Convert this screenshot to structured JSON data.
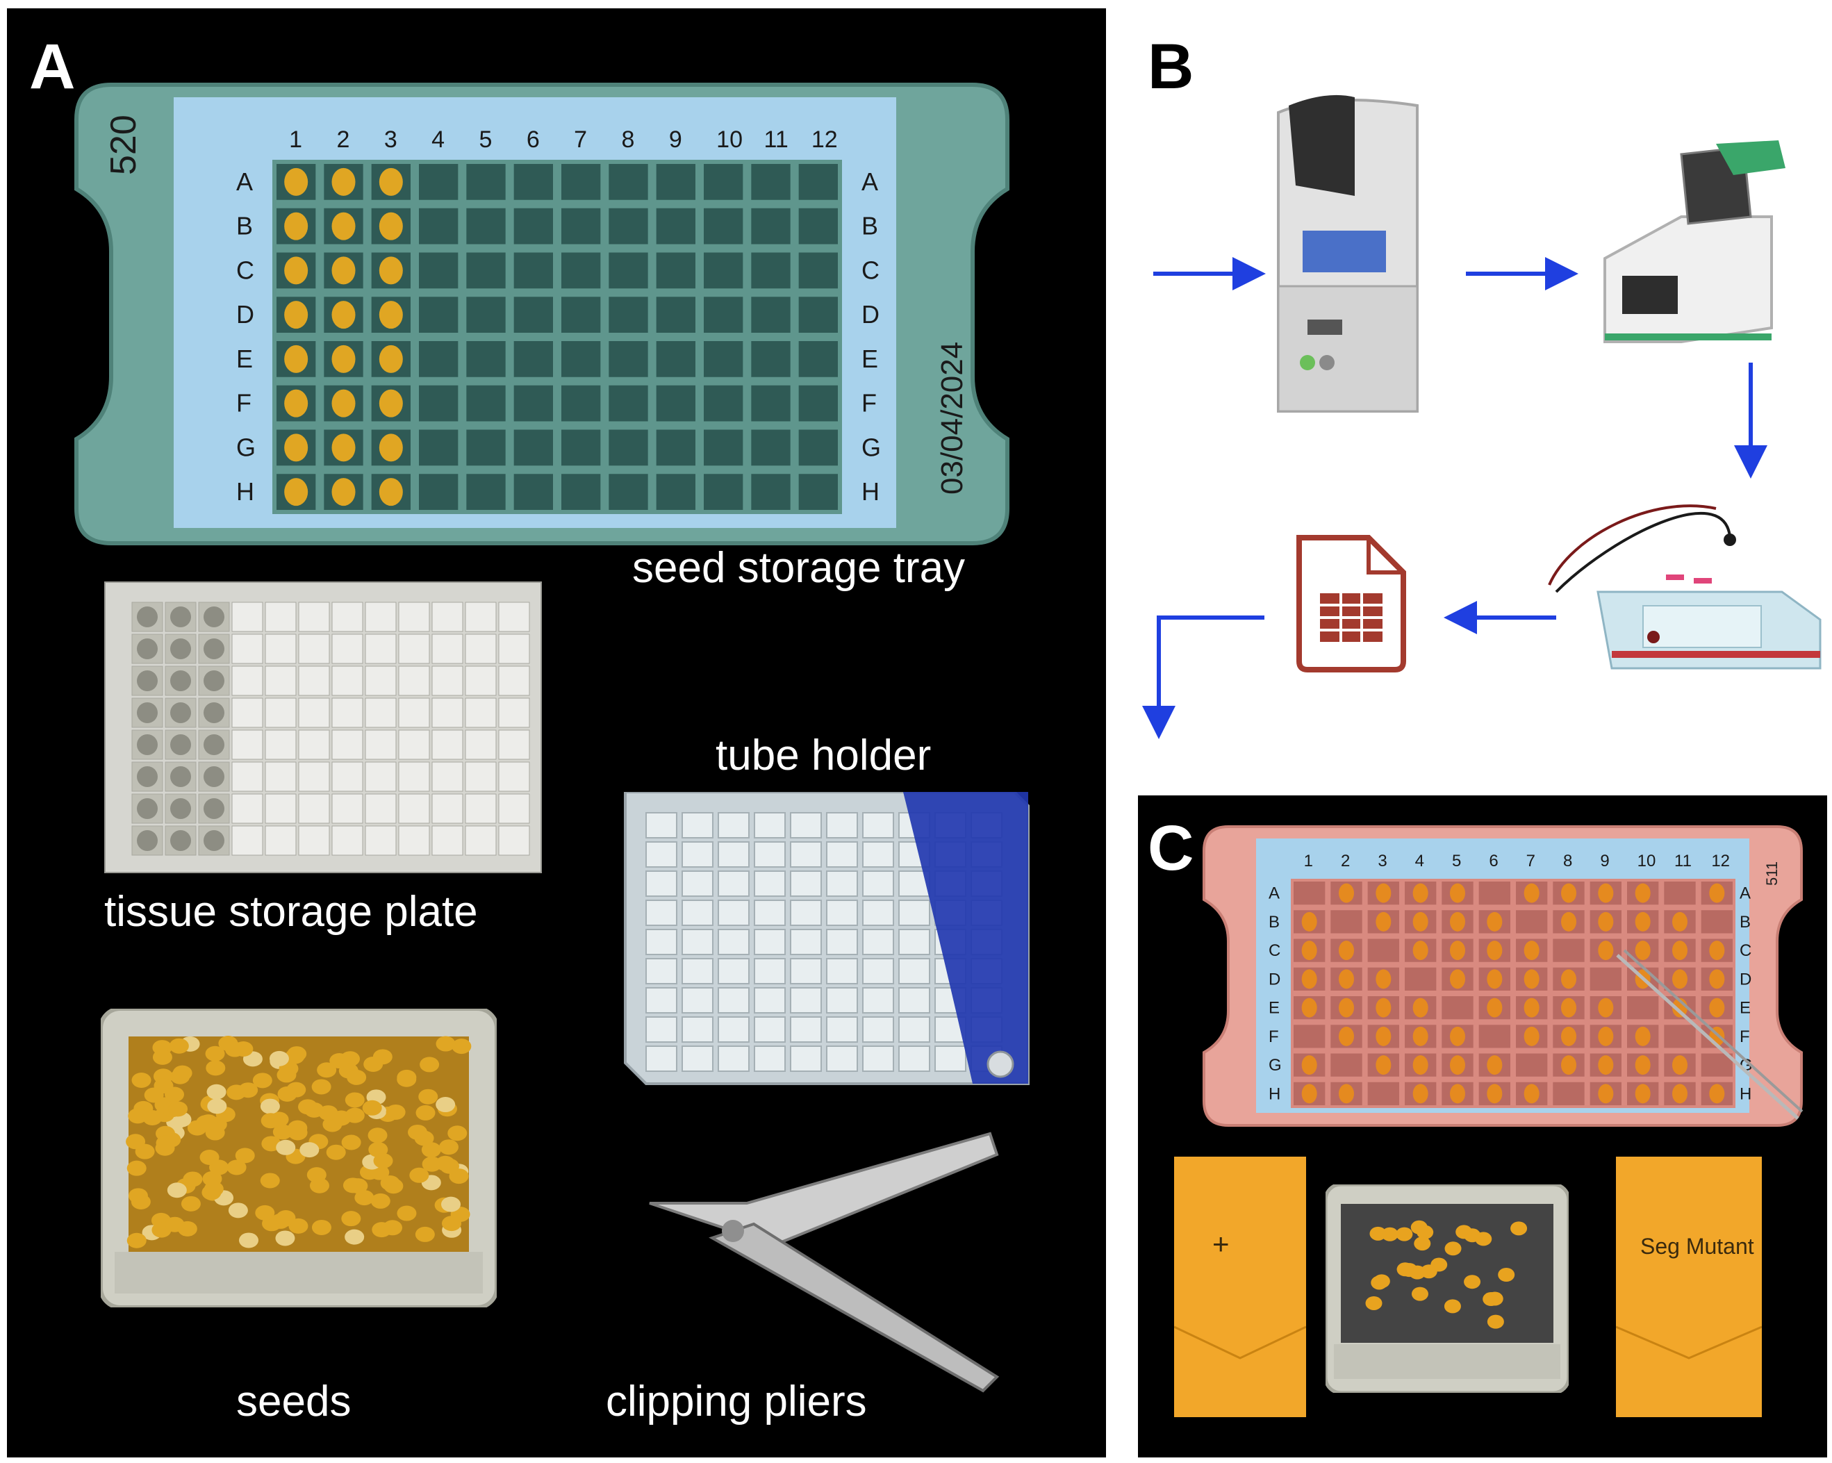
{
  "panels": {
    "a": {
      "letter": "A",
      "captions": {
        "seed_storage_tray": "seed storage tray",
        "tissue_storage_plate": "tissue storage plate",
        "tube_holder": "tube holder",
        "seeds": "seeds",
        "clipping_pliers": "clipping pliers"
      },
      "tray_label": "520",
      "tray_date": "03/04/2024",
      "columns": [
        "1",
        "2",
        "3",
        "4",
        "5",
        "6",
        "7",
        "8",
        "9",
        "10",
        "11",
        "12"
      ],
      "rows": [
        "A",
        "B",
        "C",
        "D",
        "E",
        "F",
        "G",
        "H"
      ]
    },
    "b": {
      "letter": "B",
      "steps": [
        "grinder-icon",
        "thermocycler-icon",
        "gel-electrophoresis-icon",
        "spreadsheet-icon"
      ]
    },
    "c": {
      "letter": "C",
      "tray_label": "511",
      "envelope_left": "+",
      "envelope_right": "Seg Mutant"
    }
  },
  "colors": {
    "background": "#000000",
    "arrow": "#1f3fe0",
    "tray_a": "#6fa59c",
    "tape": "#a8d2ec",
    "tray_c": "#e8a49a",
    "kernel": "#e0a623",
    "spreadsheet": "#a33a2e"
  }
}
